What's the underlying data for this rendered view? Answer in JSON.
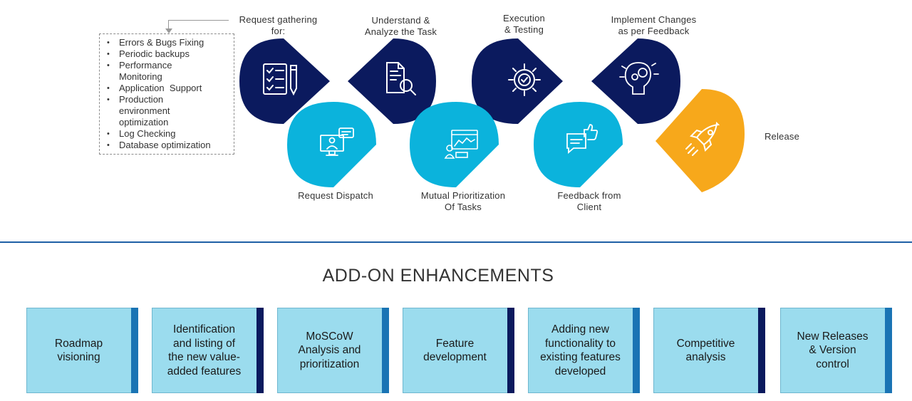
{
  "colors": {
    "navy": "#0b1a5e",
    "cyan": "#0bb3dc",
    "orange": "#f7a81b",
    "card": "#9bdcee",
    "bar_blue": "#1a74b4",
    "bar_navy": "#0b1a5e",
    "divider": "#1e5fa5"
  },
  "support_tasks": [
    "Errors & Bugs Fixing",
    "Periodic backups",
    "Performance\nMonitoring",
    "Application  Support",
    "Production\nenvironment\noptimization",
    "Log Checking",
    "Database optimization"
  ],
  "steps": {
    "request_gathering": "Request gathering\nfor:",
    "understand": "Understand &\nAnalyze the Task",
    "execution": "Execution\n& Testing",
    "implement": "Implement Changes\nas per Feedback",
    "release": "Release",
    "request_dispatch": "Request Dispatch",
    "mutual_prioritization": "Mutual Prioritization\nOf Tasks",
    "feedback": "Feedback from\nClient"
  },
  "icons": {
    "request_gathering": "checklist-pencil-icon",
    "understand": "document-search-icon",
    "execution": "gear-check-icon",
    "implement": "head-gears-icon",
    "release": "rocket-icon",
    "request_dispatch": "monitor-chat-icon",
    "mutual_prioritization": "dashboard-chart-icon",
    "feedback": "chat-thumbs-up-icon"
  },
  "section_title": "ADD-ON ENHANCEMENTS",
  "cards": [
    {
      "text": "Roadmap\nvisioning",
      "bar": "blue"
    },
    {
      "text": "Identification\nand listing of\nthe new value-\nadded features",
      "bar": "navy"
    },
    {
      "text": "MoSCoW\nAnalysis and\nprioritization",
      "bar": "blue"
    },
    {
      "text": "Feature\ndevelopment",
      "bar": "navy"
    },
    {
      "text": "Adding new\nfunctionality to\nexisting features\ndeveloped",
      "bar": "blue"
    },
    {
      "text": "Competitive\nanalysis",
      "bar": "navy"
    },
    {
      "text": "New Releases\n& Version\ncontrol",
      "bar": "blue"
    }
  ]
}
